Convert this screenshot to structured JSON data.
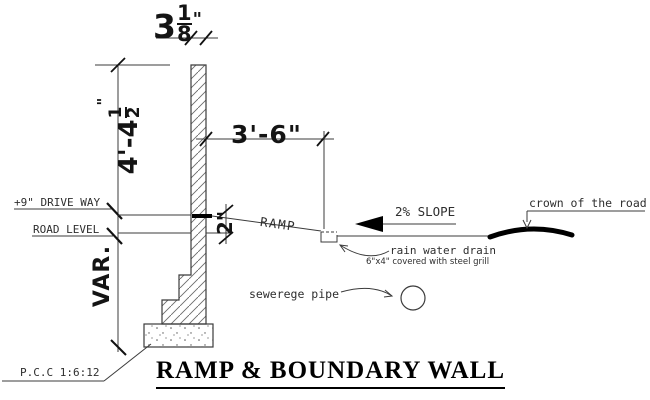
{
  "title": {
    "text": "RAMP & BOUNDARY WALL"
  },
  "annotations": {
    "drive_way": "+9\" DRIVE WAY",
    "road_level": "ROAD LEVEL",
    "ramp": "RAMP",
    "slope": "2%  SLOPE",
    "crown": "crown of the road",
    "rain_drain": "rain water drain",
    "rain_drain_detail": "6\"x4\" covered with steel grill",
    "sewerage": "sewerege pipe",
    "pcc": "P.C.C  1:6:12",
    "var": "VAR."
  },
  "dimensions": {
    "wall_thickness": {
      "whole": "3",
      "num": "1",
      "den": "8",
      "unit": "\""
    },
    "wall_height": {
      "whole": "4'-4",
      "num": "1",
      "den": "2",
      "unit": "\""
    },
    "ramp_length": "3'-6\"",
    "ramp_rise": "2\""
  },
  "colors": {
    "background": "#ffffff",
    "thin_line": "#3b3b3b",
    "thick_line": "#000000",
    "hatch": "#6a6a6a",
    "text": "#2e2e2e"
  }
}
